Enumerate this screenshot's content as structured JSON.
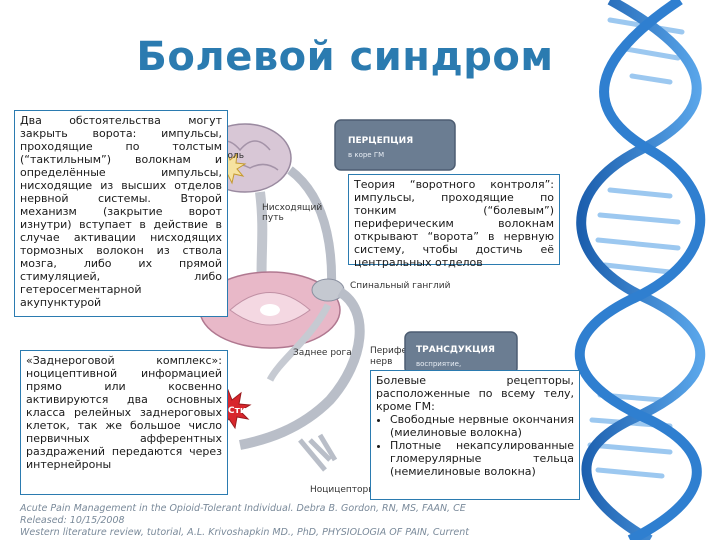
{
  "slide": {
    "title": "Болевой синдром"
  },
  "diagram": {
    "perception_title": "ПЕРЦЕПЦИЯ",
    "perception_sub": "в коре ГМ",
    "pain_label": "боль",
    "descending_label_1": "Нисходящий",
    "descending_label_2": "путь",
    "spinal_ganglion_label": "Спинальный ганглий",
    "dorsal_horn_label": "Заднее рога",
    "peripheral_nerve_label_1": "Периферический",
    "peripheral_nerve_label_2": "нерв",
    "transduction_title": "ТРАНСДУКЦИЯ",
    "transduction_sub": "восприятие,",
    "stimulus_label": "Стимул",
    "nociceptors_label": "Ноцицепторы"
  },
  "boxes": {
    "left_top": "Два обстоятельства могут закрыть ворота: импульсы, проходящие по толстым (“тактильным”) волокнам и определённые импульсы, нисходящие из высших отделов нервной системы. Второй механизм (закрытие ворот изнутри) вступает в действие в случае активации нисходящих тормозных волокон из ствола мозга, либо их прямой стимуляцией, либо гетеросегментарной акупунктурой",
    "right_top": "Теория “воротного контроля”: импульсы, проходящие по тонким (“болевым”) периферическим волокнам открывают “ворота” в нервную систему, чтобы достичь её центральных отделов",
    "left_bottom": "«Заднероговой комплекс»: ноцицептивной информацией прямо или косвенно активируются два основных класса релейных заднероговых клеток, так же большое число первичных афферентных раздражений передаются через интернейроны",
    "right_bottom_intro": "Болевые рецепторы, расположенные по всему телу, кроме ГМ:",
    "right_bottom_items": [
      "Свободные нервные окончания (миелиновые волокна)",
      "Плотные некапсулированные гломерулярные тельца (немиелиновые волокна)"
    ]
  },
  "references": {
    "line1": "Acute Pain Management in the Opioid-Tolerant Individual. Debra B. Gordon, RN, MS, FAAN, CE",
    "line2": "Released: 10/15/2008",
    "line3": "Western literature review, tutorial, A.L. Krivoshapkin MD., PhD, PHYSIOLOGIA OF PAIN, Current"
  },
  "colors": {
    "title": "#2b7bb0",
    "box_border": "#2b7bb0",
    "dna_blue": "#2f7fd0",
    "dna_light": "#9cc8f0",
    "panel": "#6b7d92",
    "nerve": "#b9bec8",
    "stimulus": "#d8262c"
  }
}
